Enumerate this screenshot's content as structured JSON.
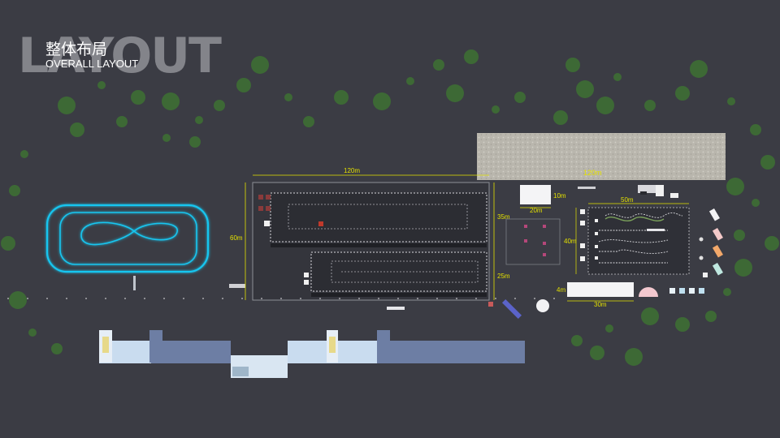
{
  "header": {
    "bg_word": "LAYOUT",
    "title_cn": "整体布局",
    "title_en": "OVERALL LAYOUT"
  },
  "dimensions": {
    "track_width": "120m",
    "track_height": "60m",
    "right_upper": "35m",
    "right_lower": "25m",
    "gravel": "120m",
    "box_w": "20m",
    "box_h": "10m",
    "course_w": "50m",
    "course_h": "40m",
    "bldg_w": "30m",
    "bldg_h": "4m"
  },
  "colors": {
    "background": "#3b3c44",
    "dimension": "#e3e000",
    "neon": "#19c6f0",
    "tree": "#3d6b35",
    "building_light": "#c9dcef",
    "building_dark": "#6d7ea4"
  }
}
